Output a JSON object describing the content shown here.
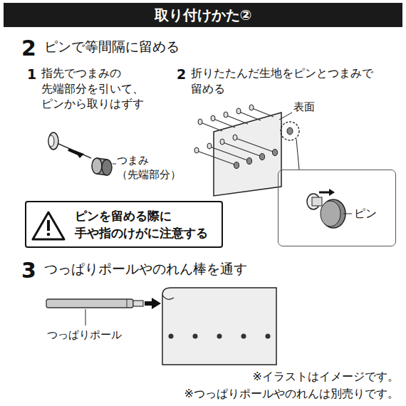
{
  "diagram": {
    "title": "取り付けかた②",
    "nodes": [
      {
        "text": [
          "ピンを留める際に 手や指のけがに注意する"
        ]
      },
      {
        "text": [
          "ピン"
        ]
      }
    ],
    "labels": [
      "2",
      "ピンで等間隔に留める",
      "1",
      "指先でつまみの 先端部分を引いて、 ピンから取りはずす",
      "2",
      "折りたたんだ生地をピンとつまみで 留める",
      "つまみ （先端部分）",
      "表面",
      "3",
      "つっぱりポールやのれん棒を通す",
      "つっぱりポール",
      "※イラストはイメージです。",
      "※つっぱりポールやのれんは別売りです。"
    ]
  }
}
